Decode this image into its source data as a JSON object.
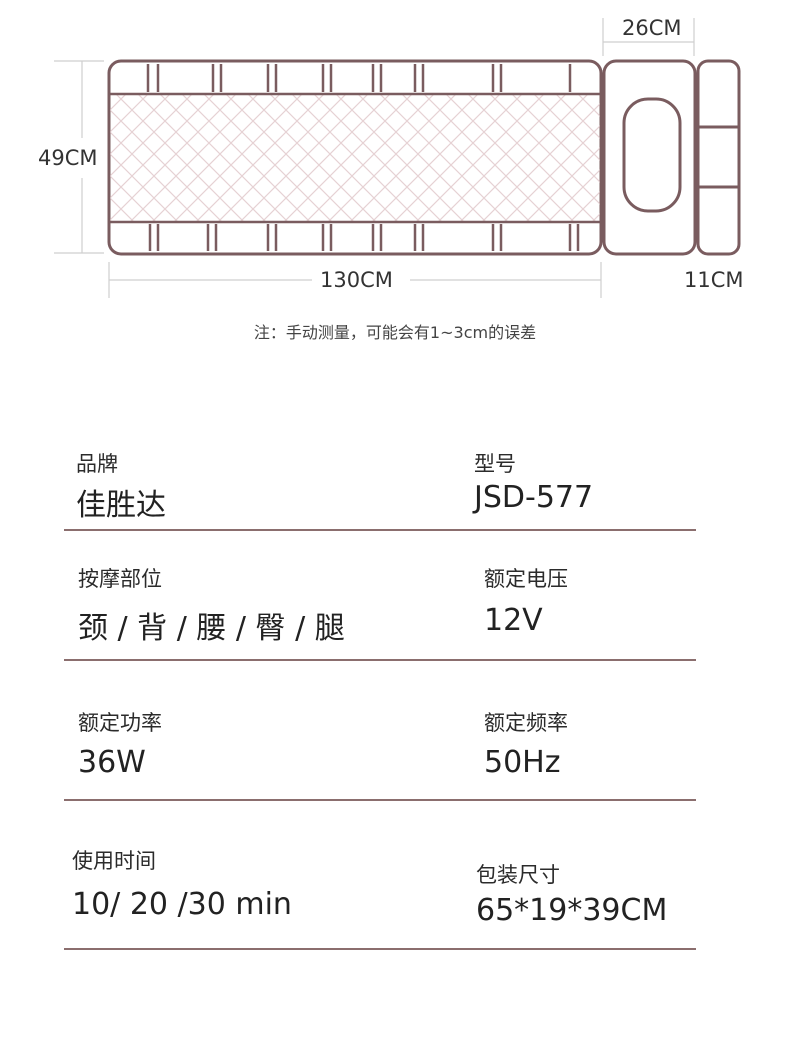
{
  "dimensions": {
    "width_label": "26CM",
    "height_label": "49CM",
    "length_label": "130CM",
    "depth_label": "11CM"
  },
  "note": "注：手动测量，可能会有1~3cm的误差",
  "specs": [
    {
      "left": {
        "label": "品牌",
        "value": "佳胜达"
      },
      "right": {
        "label": "型号",
        "value": "JSD-577"
      }
    },
    {
      "left": {
        "label": "按摩部位",
        "value": "颈 / 背 / 腰 / 臀 / 腿"
      },
      "right": {
        "label": "额定电压",
        "value": "12V"
      }
    },
    {
      "left": {
        "label": "额定功率",
        "value": "36W"
      },
      "right": {
        "label": "额定频率",
        "value": "50Hz"
      }
    },
    {
      "left": {
        "label": "使用时间",
        "value": "10/ 20 /30 min"
      },
      "right": {
        "label": "包装尺寸",
        "value": "65*19*39CM"
      }
    }
  ],
  "colors": {
    "outline": "#7a5c5f",
    "divider": "#8b6e6e",
    "quilt": "#e6d2d4"
  }
}
